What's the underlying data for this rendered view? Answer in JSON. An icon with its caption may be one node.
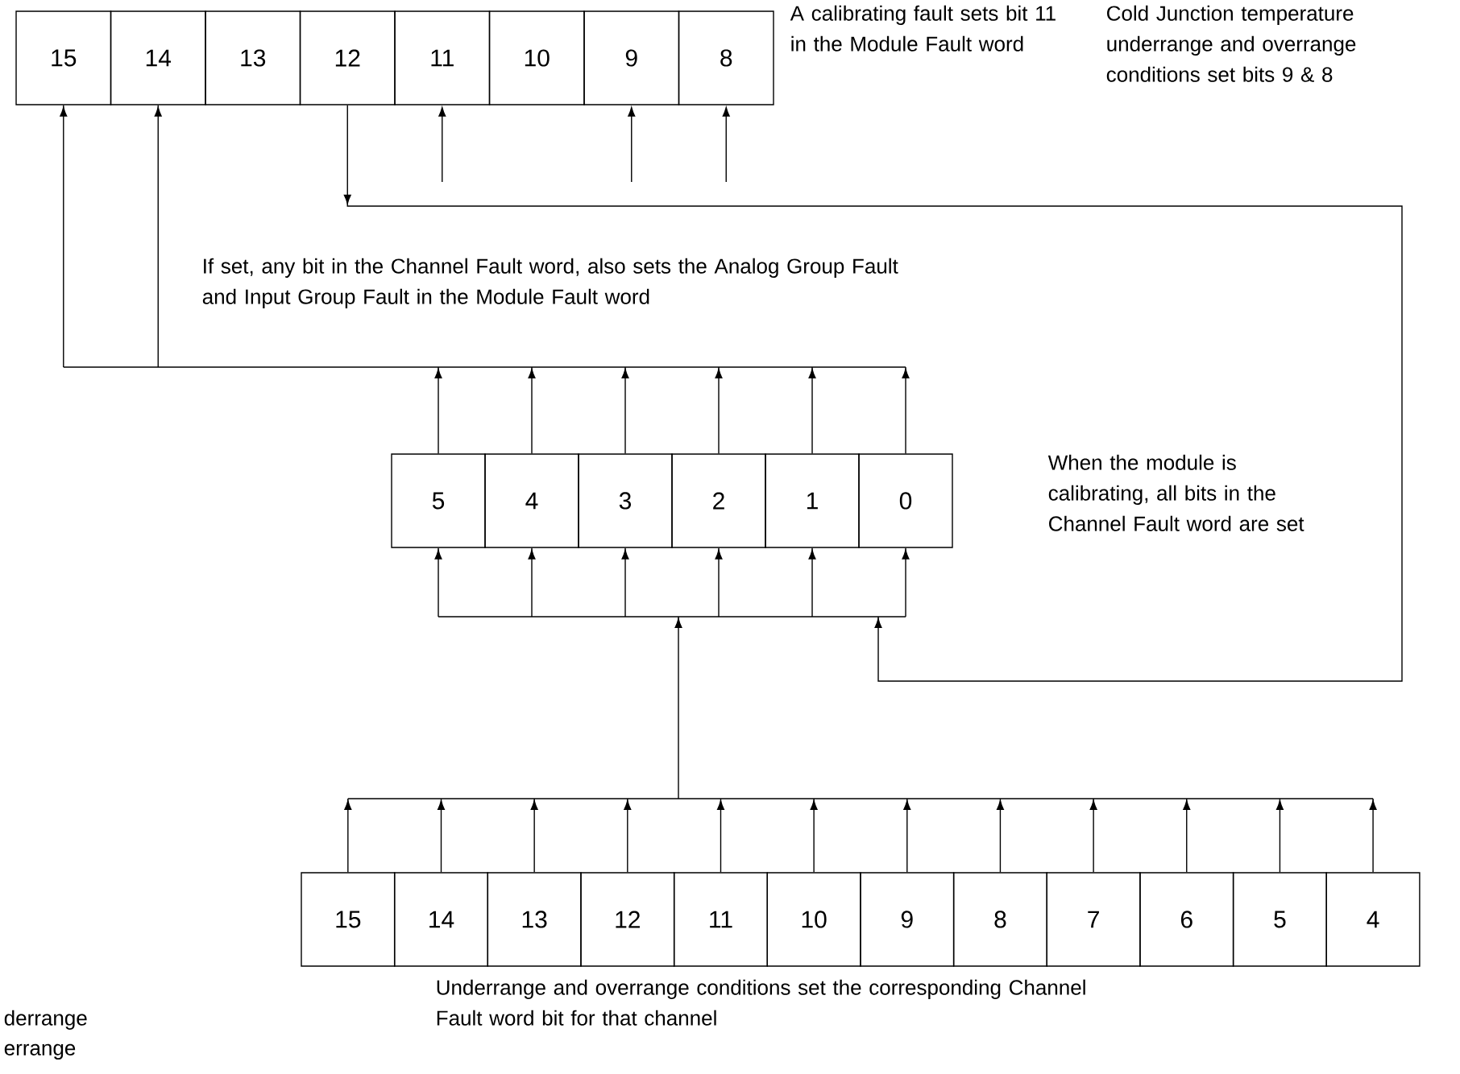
{
  "diagram": {
    "nodes": [
      {
        "text": [
          "15"
        ]
      },
      {
        "text": [
          "14"
        ]
      },
      {
        "text": [
          "13"
        ]
      },
      {
        "text": [
          "12"
        ]
      },
      {
        "text": [
          "11"
        ]
      },
      {
        "text": [
          "10"
        ]
      },
      {
        "text": [
          "9"
        ]
      },
      {
        "text": [
          "8"
        ]
      },
      {
        "text": [
          "5"
        ]
      },
      {
        "text": [
          "4"
        ]
      },
      {
        "text": [
          "3"
        ]
      },
      {
        "text": [
          "2"
        ]
      },
      {
        "text": [
          "1"
        ]
      },
      {
        "text": [
          "0"
        ]
      },
      {
        "text": [
          "15"
        ]
      },
      {
        "text": [
          "14"
        ]
      },
      {
        "text": [
          "13"
        ]
      },
      {
        "text": [
          "12"
        ]
      },
      {
        "text": [
          "11"
        ]
      },
      {
        "text": [
          "10"
        ]
      },
      {
        "text": [
          "9"
        ]
      },
      {
        "text": [
          "8"
        ]
      },
      {
        "text": [
          "7"
        ]
      },
      {
        "text": [
          "6"
        ]
      },
      {
        "text": [
          "5"
        ]
      },
      {
        "text": [
          "4"
        ]
      }
    ],
    "edges": [
      {
        "from": null,
        "to": 4,
        "arrow": "to"
      },
      {
        "from": null,
        "to": 6,
        "arrow": "to"
      },
      {
        "from": null,
        "to": 7,
        "arrow": "to"
      },
      {
        "from": 3,
        "to": 8,
        "arrow": "to"
      },
      {
        "from": 3,
        "to": 9,
        "arrow": "to"
      },
      {
        "from": 3,
        "to": 10,
        "arrow": "to"
      },
      {
        "from": 3,
        "to": 11,
        "arrow": "to"
      },
      {
        "from": 3,
        "to": 12,
        "arrow": "to"
      },
      {
        "from": 3,
        "to": 13,
        "arrow": "to"
      },
      {
        "from": 8,
        "to": 0,
        "arrow": "to"
      },
      {
        "from": 8,
        "to": 1,
        "arrow": "to"
      },
      {
        "from": 9,
        "to": 0,
        "arrow": "to"
      },
      {
        "from": 9,
        "to": 1,
        "arrow": "to"
      },
      {
        "from": 10,
        "to": 0,
        "arrow": "to"
      },
      {
        "from": 10,
        "to": 1,
        "arrow": "to"
      },
      {
        "from": 11,
        "to": 0,
        "arrow": "to"
      },
      {
        "from": 11,
        "to": 1,
        "arrow": "to"
      },
      {
        "from": 12,
        "to": 0,
        "arrow": "to"
      },
      {
        "from": 12,
        "to": 1,
        "arrow": "to"
      },
      {
        "from": 13,
        "to": 0,
        "arrow": "to"
      },
      {
        "from": 13,
        "to": 1,
        "arrow": "to"
      },
      {
        "from": 14,
        "to": 8,
        "arrow": "to"
      },
      {
        "from": 14,
        "to": 9,
        "arrow": "to"
      },
      {
        "from": 14,
        "to": 10,
        "arrow": "to"
      },
      {
        "from": 14,
        "to": 11,
        "arrow": "to"
      },
      {
        "from": 14,
        "to": 12,
        "arrow": "to"
      },
      {
        "from": 14,
        "to": 13,
        "arrow": "to"
      },
      {
        "from": 15,
        "to": 8,
        "arrow": "to"
      },
      {
        "from": 15,
        "to": 9,
        "arrow": "to"
      },
      {
        "from": 15,
        "to": 10,
        "arrow": "to"
      },
      {
        "from": 15,
        "to": 11,
        "arrow": "to"
      },
      {
        "from": 15,
        "to": 12,
        "arrow": "to"
      },
      {
        "from": 15,
        "to": 13,
        "arrow": "to"
      },
      {
        "from": 16,
        "to": 8,
        "arrow": "to"
      },
      {
        "from": 16,
        "to": 9,
        "arrow": "to"
      },
      {
        "from": 16,
        "to": 10,
        "arrow": "to"
      },
      {
        "from": 16,
        "to": 11,
        "arrow": "to"
      },
      {
        "from": 16,
        "to": 12,
        "arrow": "to"
      },
      {
        "from": 16,
        "to": 13,
        "arrow": "to"
      },
      {
        "from": 17,
        "to": 8,
        "arrow": "to"
      },
      {
        "from": 17,
        "to": 9,
        "arrow": "to"
      },
      {
        "from": 17,
        "to": 10,
        "arrow": "to"
      },
      {
        "from": 17,
        "to": 11,
        "arrow": "to"
      },
      {
        "from": 17,
        "to": 12,
        "arrow": "to"
      },
      {
        "from": 17,
        "to": 13,
        "arrow": "to"
      },
      {
        "from": 18,
        "to": 8,
        "arrow": "to"
      },
      {
        "from": 18,
        "to": 9,
        "arrow": "to"
      },
      {
        "from": 18,
        "to": 10,
        "arrow": "to"
      },
      {
        "from": 18,
        "to": 11,
        "arrow": "to"
      },
      {
        "from": 18,
        "to": 12,
        "arrow": "to"
      },
      {
        "from": 18,
        "to": 13,
        "arrow": "to"
      },
      {
        "from": 19,
        "to": 8,
        "arrow": "to"
      },
      {
        "from": 19,
        "to": 9,
        "arrow": "to"
      },
      {
        "from": 19,
        "to": 10,
        "arrow": "to"
      },
      {
        "from": 19,
        "to": 11,
        "arrow": "to"
      },
      {
        "from": 19,
        "to": 12,
        "arrow": "to"
      },
      {
        "from": 19,
        "to": 13,
        "arrow": "to"
      },
      {
        "from": 20,
        "to": 8,
        "arrow": "to"
      },
      {
        "from": 20,
        "to": 9,
        "arrow": "to"
      },
      {
        "from": 20,
        "to": 10,
        "arrow": "to"
      },
      {
        "from": 20,
        "to": 11,
        "arrow": "to"
      },
      {
        "from": 20,
        "to": 12,
        "arrow": "to"
      },
      {
        "from": 20,
        "to": 13,
        "arrow": "to"
      },
      {
        "from": 21,
        "to": 8,
        "arrow": "to"
      },
      {
        "from": 21,
        "to": 9,
        "arrow": "to"
      },
      {
        "from": 21,
        "to": 10,
        "arrow": "to"
      },
      {
        "from": 21,
        "to": 11,
        "arrow": "to"
      },
      {
        "from": 21,
        "to": 12,
        "arrow": "to"
      },
      {
        "from": 21,
        "to": 13,
        "arrow": "to"
      },
      {
        "from": 22,
        "to": 8,
        "arrow": "to"
      },
      {
        "from": 22,
        "to": 9,
        "arrow": "to"
      },
      {
        "from": 22,
        "to": 10,
        "arrow": "to"
      },
      {
        "from": 22,
        "to": 11,
        "arrow": "to"
      },
      {
        "from": 22,
        "to": 12,
        "arrow": "to"
      },
      {
        "from": 22,
        "to": 13,
        "arrow": "to"
      },
      {
        "from": 23,
        "to": 8,
        "arrow": "to"
      },
      {
        "from": 23,
        "to": 9,
        "arrow": "to"
      },
      {
        "from": 23,
        "to": 10,
        "arrow": "to"
      },
      {
        "from": 23,
        "to": 11,
        "arrow": "to"
      },
      {
        "from": 23,
        "to": 12,
        "arrow": "to"
      },
      {
        "from": 23,
        "to": 13,
        "arrow": "to"
      },
      {
        "from": 24,
        "to": 8,
        "arrow": "to"
      },
      {
        "from": 24,
        "to": 9,
        "arrow": "to"
      },
      {
        "from": 24,
        "to": 10,
        "arrow": "to"
      },
      {
        "from": 24,
        "to": 11,
        "arrow": "to"
      },
      {
        "from": 24,
        "to": 12,
        "arrow": "to"
      },
      {
        "from": 24,
        "to": 13,
        "arrow": "to"
      },
      {
        "from": 25,
        "to": 8,
        "arrow": "to"
      },
      {
        "from": 25,
        "to": 9,
        "arrow": "to"
      },
      {
        "from": 25,
        "to": 10,
        "arrow": "to"
      },
      {
        "from": 25,
        "to": 11,
        "arrow": "to"
      },
      {
        "from": 25,
        "to": 12,
        "arrow": "to"
      },
      {
        "from": 25,
        "to": 13,
        "arrow": "to"
      }
    ],
    "labels": [
      "A calibrating fault sets bit 11 in the Module Fault word",
      "Cold Junction temperature underrange and overrange conditions set bits 9 & 8",
      "If set,  any bit in the Channel Fault word, also sets the Analog Group Fault and Input Group Fault  in the Module Fault word",
      "When the module is calibrating, all bits in the Channel Fault word are set",
      "Underrange and overrange conditions set the corresponding Channel Fault word bit for that channel",
      "derrange",
      "errange"
    ]
  }
}
